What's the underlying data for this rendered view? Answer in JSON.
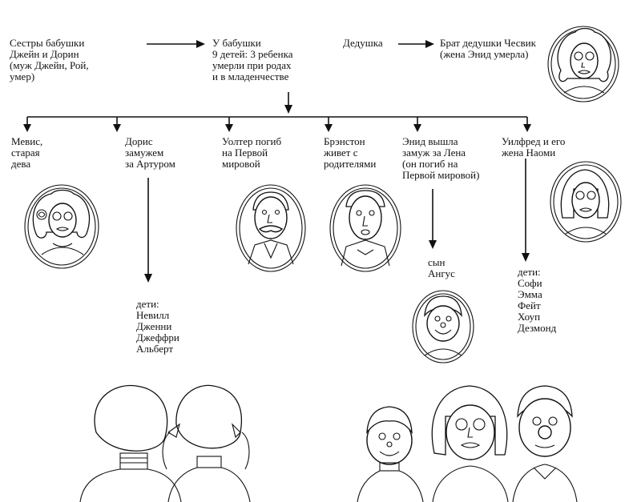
{
  "nodes": {
    "sisters": "Сестры бабушки\nДжейн и Дорин\n(муж Джейн, Рой,\nумер)",
    "grandma": "У бабушки\n9 детей: 3 ребенка\nумерли при родах\nи в младенчестве",
    "grandpa": "Дедушка",
    "chesvik": "Брат дедушки Чесвик\n(жена Энид умерла)",
    "mavis": "Мевис,\nстарая\nдева",
    "doris": "Дорис\nзамужем\nза Артуром",
    "walter": "Уолтер погиб\nна Первой\nмировой",
    "branston": "Брэнстон\nживет с\nродителями",
    "enid": "Энид вышла\nзамуж за Лена\n(он погиб на\nПервой мировой)",
    "wilfred": "Уилфред и его\nжена Наоми"
  },
  "children": {
    "doris": "дети:\nНевилл\nДженни\nДжеффри\nАльберт",
    "enid": "сын\nАнгус",
    "wilfred": "дети:\nСофи\nЭмма\nФейт\nХоуп\nДезмонд"
  }
}
